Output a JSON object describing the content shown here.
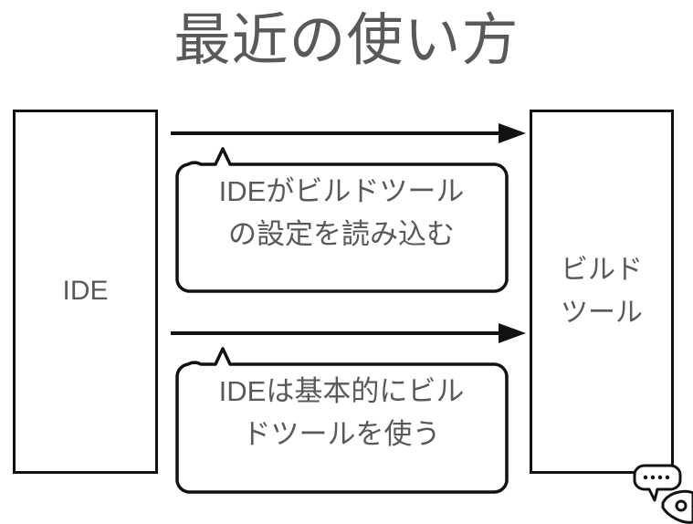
{
  "slide": {
    "title": "最近の使い方",
    "title_color": "#595959",
    "background_color": "#ffffff",
    "stroke_color": "#111111",
    "text_color": "#595959"
  },
  "nodes": {
    "left_box": {
      "label": "IDE"
    },
    "right_box": {
      "label_line_1": "ビルド",
      "label_line_2": "ツール"
    }
  },
  "callouts": [
    {
      "id": "callout-1",
      "line_1": "IDEがビルドツール",
      "line_2": "の設定を読み込む"
    },
    {
      "id": "callout-2",
      "line_1": "IDEは基本的にビル",
      "line_2": "ドツールを使う"
    }
  ],
  "arrows": [
    {
      "id": "arrow-1",
      "direction": "right",
      "from": "IDE",
      "to": "ビルドツール"
    },
    {
      "id": "arrow-2",
      "direction": "right",
      "from": "IDE",
      "to": "ビルドツール"
    }
  ],
  "doodle": {
    "name": "speech-bubble-character",
    "bubble_dots": 4
  }
}
